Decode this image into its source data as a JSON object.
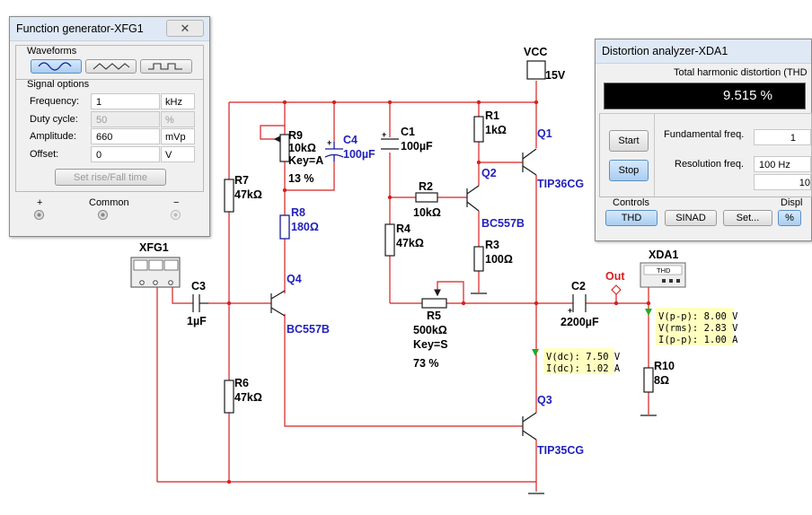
{
  "fg_window": {
    "title": "Function generator-XFG1",
    "waveforms_label": "Waveforms",
    "waveforms": [
      "sine",
      "triangle",
      "square"
    ],
    "selected_waveform": "sine",
    "signal_options_label": "Signal options",
    "frequency": {
      "label": "Frequency:",
      "value": "1",
      "unit": "kHz"
    },
    "duty_cycle": {
      "label": "Duty cycle:",
      "value": "50",
      "unit": "%"
    },
    "amplitude": {
      "label": "Amplitude:",
      "value": "660",
      "unit": "mVp"
    },
    "offset": {
      "label": "Offset:",
      "value": "0",
      "unit": "V"
    },
    "rise_fall_button": "Set rise/Fall time",
    "terminal_plus": "+",
    "terminal_common": "Common",
    "terminal_minus": "−"
  },
  "da_window": {
    "title": "Distortion analyzer-XDA1",
    "header": "Total harmonic distortion (THD",
    "readout": "9.515 %",
    "start_button": "Start",
    "stop_button": "Stop",
    "fundamental_label": "Fundamental freq.",
    "fundamental_value": "1",
    "resolution_label": "Resolution freq.",
    "resolution_value": "100 Hz",
    "resolution_extra": "10",
    "controls_label": "Controls",
    "display_label": "Displ",
    "thd_button": "THD",
    "sinad_button": "SINAD",
    "set_button": "Set...",
    "percent_button": "%"
  },
  "schematic": {
    "vcc_label": "VCC",
    "vcc_value": "15V",
    "xfg1": "XFG1",
    "xda1": "XDA1",
    "thd_symbol": "THD",
    "out_label": "Out",
    "c3": {
      "name": "C3",
      "value": "1µF"
    },
    "r7": {
      "name": "R7",
      "value": "47kΩ"
    },
    "r6": {
      "name": "R6",
      "value": "47kΩ"
    },
    "r9": {
      "name": "R9",
      "value": "10kΩ",
      "key": "Key=A",
      "percent": "13 %"
    },
    "c4": {
      "name": "C4",
      "value": "100µF"
    },
    "c1": {
      "name": "C1",
      "value": "100µF"
    },
    "r1": {
      "name": "R1",
      "value": "1kΩ"
    },
    "r2": {
      "name": "R2",
      "value": "10kΩ"
    },
    "r3": {
      "name": "R3",
      "value": "100Ω"
    },
    "r4": {
      "name": "R4",
      "value": "47kΩ"
    },
    "r5": {
      "name": "R5",
      "value": "500kΩ",
      "key": "Key=S",
      "percent": "73 %"
    },
    "r8": {
      "name": "R8",
      "value": "180Ω"
    },
    "q1": {
      "name": "Q1",
      "model": "TIP36CG"
    },
    "q2": {
      "name": "Q2",
      "model": "BC557B"
    },
    "q3": {
      "name": "Q3",
      "model": "TIP35CG"
    },
    "q4": {
      "name": "Q4",
      "model": "BC557B"
    },
    "c2": {
      "name": "C2",
      "value": "2200µF"
    },
    "r10": {
      "name": "R10",
      "value": "8Ω"
    },
    "probe_mid": {
      "vdc": "V(dc): 7.50 V",
      "idc": "I(dc): 1.02 A"
    },
    "probe_out": {
      "vpp": "V(p-p): 8.00 V",
      "vrms": "V(rms): 2.83 V",
      "ipp": "I(p-p): 1.00 A"
    }
  },
  "colors": {
    "wire": "#d62020",
    "component": "#1a1a99",
    "probe_bg": "#ffffc0",
    "probe_marker": "#22aa22",
    "readout_bg": "#000000",
    "readout_text": "#ffffff"
  }
}
